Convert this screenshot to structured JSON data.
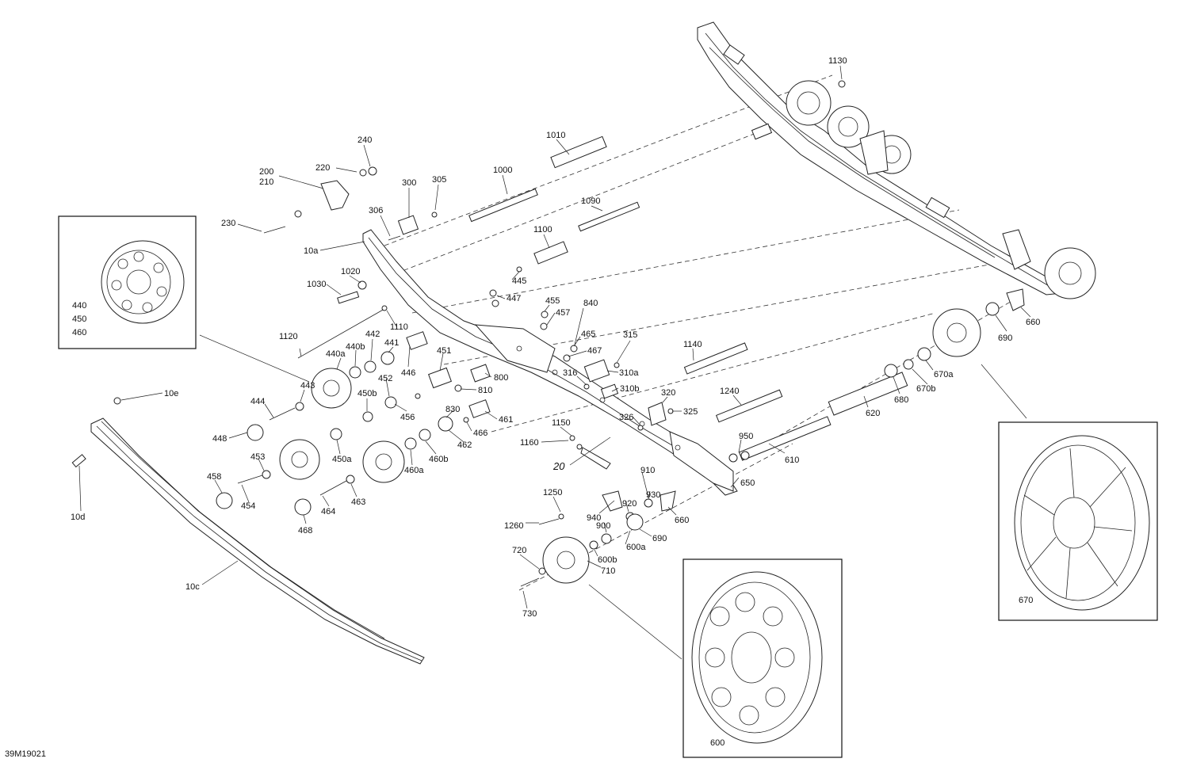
{
  "diagram": {
    "reference_code": "39M19021",
    "callouts": [
      {
        "id": "240",
        "text": "240"
      },
      {
        "id": "220",
        "text": "220"
      },
      {
        "id": "200",
        "text": "200"
      },
      {
        "id": "210",
        "text": "210"
      },
      {
        "id": "230",
        "text": "230"
      },
      {
        "id": "300",
        "text": "300"
      },
      {
        "id": "305",
        "text": "305"
      },
      {
        "id": "306",
        "text": "306"
      },
      {
        "id": "10a",
        "text": "10a"
      },
      {
        "id": "1000",
        "text": "1000"
      },
      {
        "id": "1010",
        "text": "1010"
      },
      {
        "id": "1090",
        "text": "1090"
      },
      {
        "id": "1100",
        "text": "1100"
      },
      {
        "id": "1130",
        "text": "1130"
      },
      {
        "id": "1020",
        "text": "1020"
      },
      {
        "id": "1030",
        "text": "1030"
      },
      {
        "id": "445",
        "text": "445"
      },
      {
        "id": "447",
        "text": "447"
      },
      {
        "id": "455",
        "text": "455"
      },
      {
        "id": "457",
        "text": "457"
      },
      {
        "id": "840",
        "text": "840"
      },
      {
        "id": "465",
        "text": "465"
      },
      {
        "id": "467",
        "text": "467"
      },
      {
        "id": "315",
        "text": "315"
      },
      {
        "id": "310a",
        "text": "310a"
      },
      {
        "id": "310b",
        "text": "310b"
      },
      {
        "id": "316",
        "text": "316"
      },
      {
        "id": "1110",
        "text": "1110"
      },
      {
        "id": "1120",
        "text": "1120"
      },
      {
        "id": "442",
        "text": "442"
      },
      {
        "id": "440b",
        "text": "440b"
      },
      {
        "id": "441",
        "text": "441"
      },
      {
        "id": "440a",
        "text": "440a"
      },
      {
        "id": "446",
        "text": "446"
      },
      {
        "id": "451",
        "text": "451"
      },
      {
        "id": "800",
        "text": "800"
      },
      {
        "id": "810",
        "text": "810"
      },
      {
        "id": "452",
        "text": "452"
      },
      {
        "id": "443",
        "text": "443"
      },
      {
        "id": "450b",
        "text": "450b"
      },
      {
        "id": "456",
        "text": "456"
      },
      {
        "id": "830",
        "text": "830"
      },
      {
        "id": "461",
        "text": "461"
      },
      {
        "id": "466",
        "text": "466"
      },
      {
        "id": "462",
        "text": "462"
      },
      {
        "id": "444",
        "text": "444"
      },
      {
        "id": "448",
        "text": "448"
      },
      {
        "id": "450a",
        "text": "450a"
      },
      {
        "id": "460a",
        "text": "460a"
      },
      {
        "id": "460b",
        "text": "460b"
      },
      {
        "id": "453",
        "text": "453"
      },
      {
        "id": "454",
        "text": "454"
      },
      {
        "id": "458",
        "text": "458"
      },
      {
        "id": "463",
        "text": "463"
      },
      {
        "id": "464",
        "text": "464"
      },
      {
        "id": "468",
        "text": "468"
      },
      {
        "id": "10e",
        "text": "10e"
      },
      {
        "id": "10d",
        "text": "10d"
      },
      {
        "id": "10c",
        "text": "10c"
      },
      {
        "id": "1140",
        "text": "1140"
      },
      {
        "id": "320",
        "text": "320"
      },
      {
        "id": "325",
        "text": "325"
      },
      {
        "id": "326",
        "text": "326"
      },
      {
        "id": "1150",
        "text": "1150"
      },
      {
        "id": "1160",
        "text": "1160"
      },
      {
        "id": "20",
        "text": "20"
      },
      {
        "id": "1240",
        "text": "1240"
      },
      {
        "id": "620",
        "text": "620"
      },
      {
        "id": "680",
        "text": "680"
      },
      {
        "id": "670b",
        "text": "670b"
      },
      {
        "id": "670a",
        "text": "670a"
      },
      {
        "id": "690",
        "text": "690"
      },
      {
        "id": "660",
        "text": "660"
      },
      {
        "id": "950",
        "text": "950"
      },
      {
        "id": "610",
        "text": "610"
      },
      {
        "id": "650",
        "text": "650"
      },
      {
        "id": "910",
        "text": "910"
      },
      {
        "id": "930",
        "text": "930"
      },
      {
        "id": "920",
        "text": "920"
      },
      {
        "id": "940",
        "text": "940"
      },
      {
        "id": "900",
        "text": "900"
      },
      {
        "id": "660b",
        "text": "660"
      },
      {
        "id": "690b",
        "text": "690"
      },
      {
        "id": "600a",
        "text": "600a"
      },
      {
        "id": "600b",
        "text": "600b"
      },
      {
        "id": "710",
        "text": "710"
      },
      {
        "id": "1250",
        "text": "1250"
      },
      {
        "id": "1260",
        "text": "1260"
      },
      {
        "id": "720",
        "text": "720"
      },
      {
        "id": "730",
        "text": "730"
      },
      {
        "id": "440",
        "text": "440"
      },
      {
        "id": "450",
        "text": "450"
      },
      {
        "id": "460",
        "text": "460"
      },
      {
        "id": "670",
        "text": "670"
      },
      {
        "id": "600",
        "text": "600"
      }
    ]
  }
}
